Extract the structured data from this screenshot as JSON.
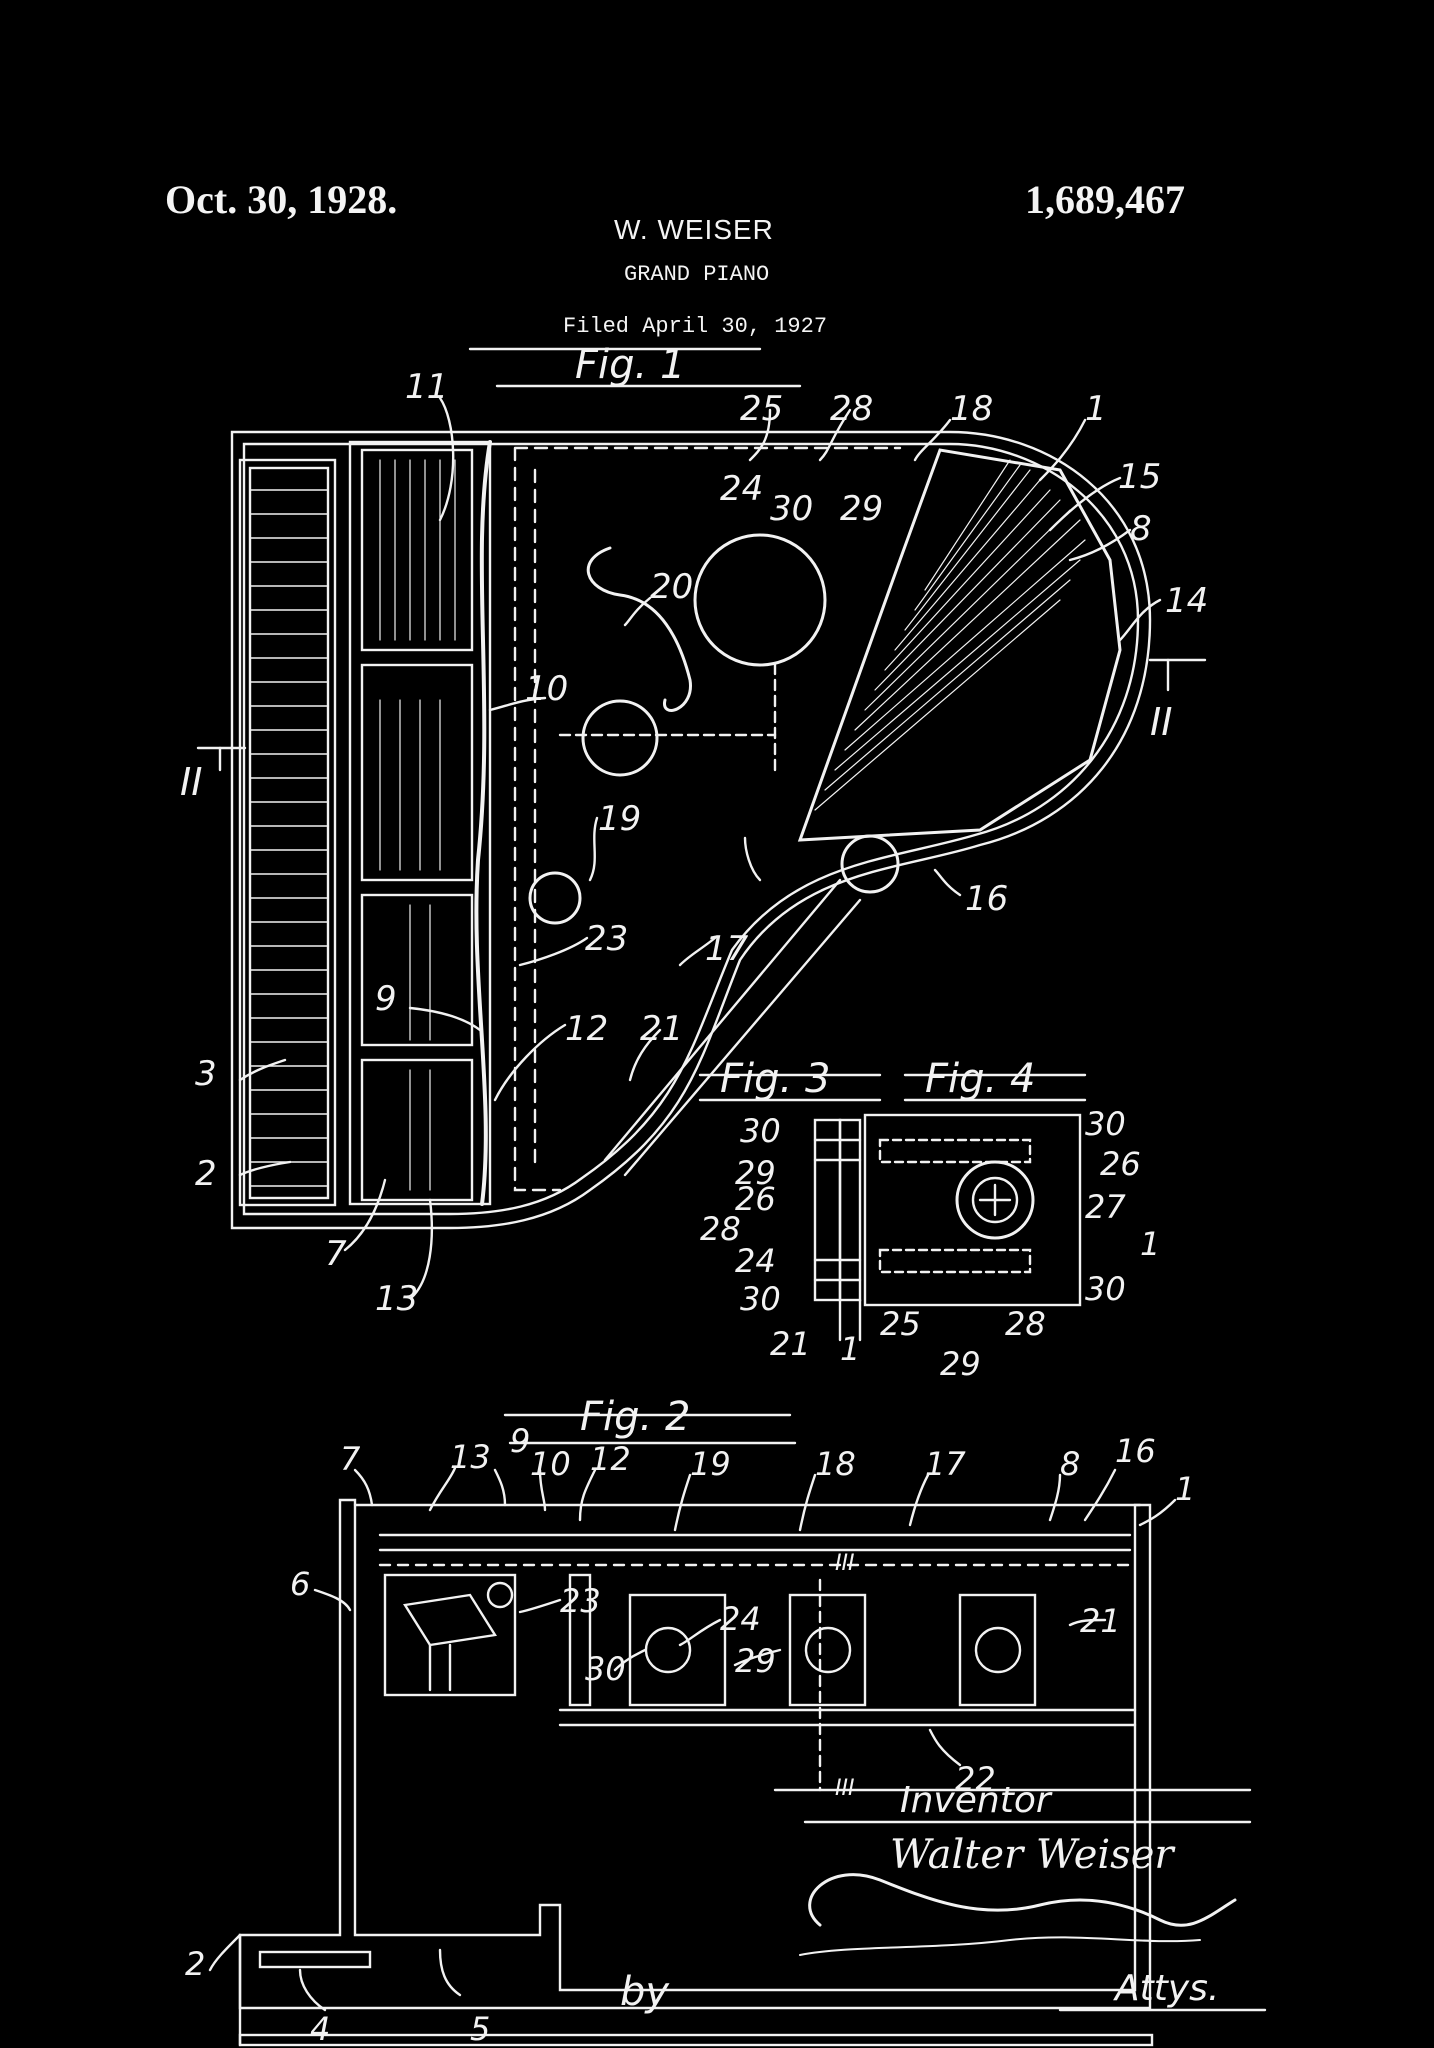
{
  "header": {
    "date": "Oct. 30, 1928.",
    "patent_number": "1,689,467",
    "inventor": "W. WEISER",
    "title": "GRAND PIANO",
    "filed": "Filed April 30, 1927"
  },
  "figures": {
    "fig1": "Fig. 1",
    "fig2": "Fig. 2",
    "fig3": "Fig. 3",
    "fig4": "Fig. 4"
  },
  "section_marks": {
    "left": "II",
    "right": "II",
    "mark3": "III"
  },
  "fig1_refs": [
    "11",
    "25",
    "28",
    "18",
    "1",
    "15",
    "8",
    "14",
    "20",
    "10",
    "19",
    "24",
    "30",
    "29",
    "16",
    "17",
    "23",
    "9",
    "12",
    "21",
    "3",
    "2",
    "7",
    "13"
  ],
  "fig2_refs": [
    "7",
    "13",
    "9",
    "10",
    "12",
    "19",
    "18",
    "17",
    "8",
    "16",
    "1",
    "6",
    "23",
    "24",
    "30",
    "29",
    "21",
    "2",
    "4",
    "5",
    "22"
  ],
  "fig3_refs": [
    "30",
    "29",
    "26",
    "28",
    "24",
    "30",
    "21",
    "1"
  ],
  "fig4_refs": [
    "30",
    "26",
    "27",
    "1",
    "30",
    "25",
    "28",
    "29"
  ],
  "signature": {
    "heading": "Inventor",
    "name": "Walter Weiser",
    "by": "by",
    "attorneys": "Attys."
  },
  "colors": {
    "background": "#000000",
    "ink": "#f2f2f2"
  }
}
